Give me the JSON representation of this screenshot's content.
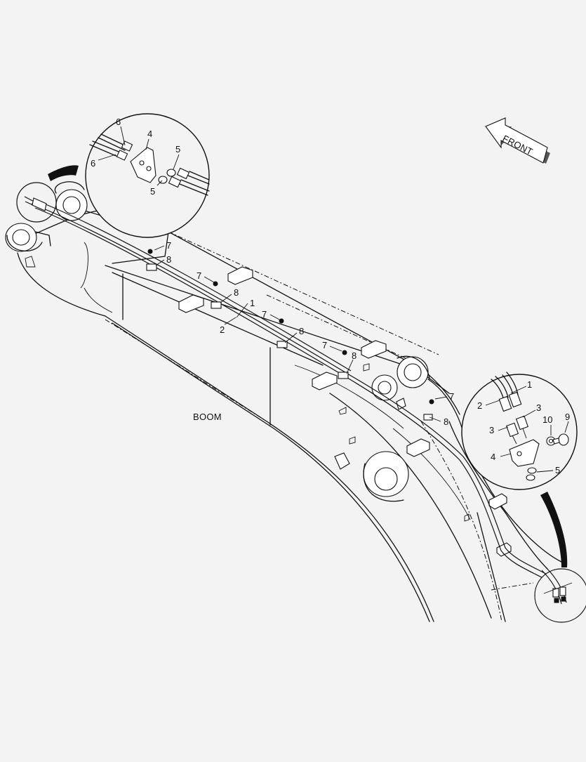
{
  "labels": {
    "boom": "BOOM",
    "front": "FRONT"
  },
  "callouts": {
    "c1a": "1",
    "c2a": "2",
    "c7a": "7",
    "c8a": "8",
    "c7b": "7",
    "c8b": "8",
    "c7c": "7",
    "c8c": "8",
    "c7d": "7",
    "c8d": "8",
    "c7e": "7",
    "c8e": "8",
    "d1_6a": "6",
    "d1_6b": "6",
    "d1_4": "4",
    "d1_5a": "5",
    "d1_5b": "5",
    "d2_1": "1",
    "d2_2": "2",
    "d2_3a": "3",
    "d2_3b": "3",
    "d2_4": "4",
    "d2_5": "5",
    "d2_9": "9",
    "d2_10": "10"
  }
}
